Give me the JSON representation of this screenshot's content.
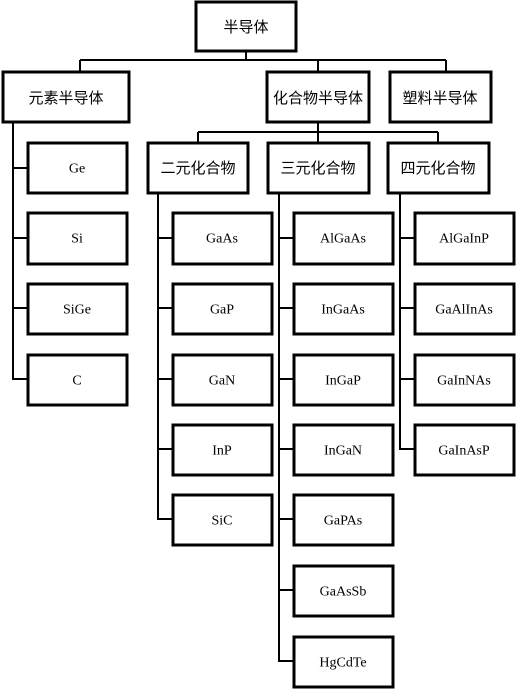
{
  "root": "半导体",
  "branches": [
    {
      "label": "元素半导体",
      "children": [
        "Ge",
        "Si",
        "SiGe",
        "C"
      ]
    },
    {
      "label": "化合物半导体",
      "groups": [
        {
          "label": "二元化合物",
          "children": [
            "GaAs",
            "GaP",
            "GaN",
            "InP",
            "SiC"
          ]
        },
        {
          "label": "三元化合物",
          "children": [
            "AlGaAs",
            "InGaAs",
            "InGaP",
            "InGaN",
            "GaPAs",
            "GaAsSb",
            "HgCdTe"
          ]
        },
        {
          "label": "四元化合物",
          "children": [
            "AlGaInP",
            "GaAlInAs",
            "GaInNAs",
            "GaInAsP"
          ]
        }
      ]
    },
    {
      "label": "塑料半导体"
    }
  ]
}
